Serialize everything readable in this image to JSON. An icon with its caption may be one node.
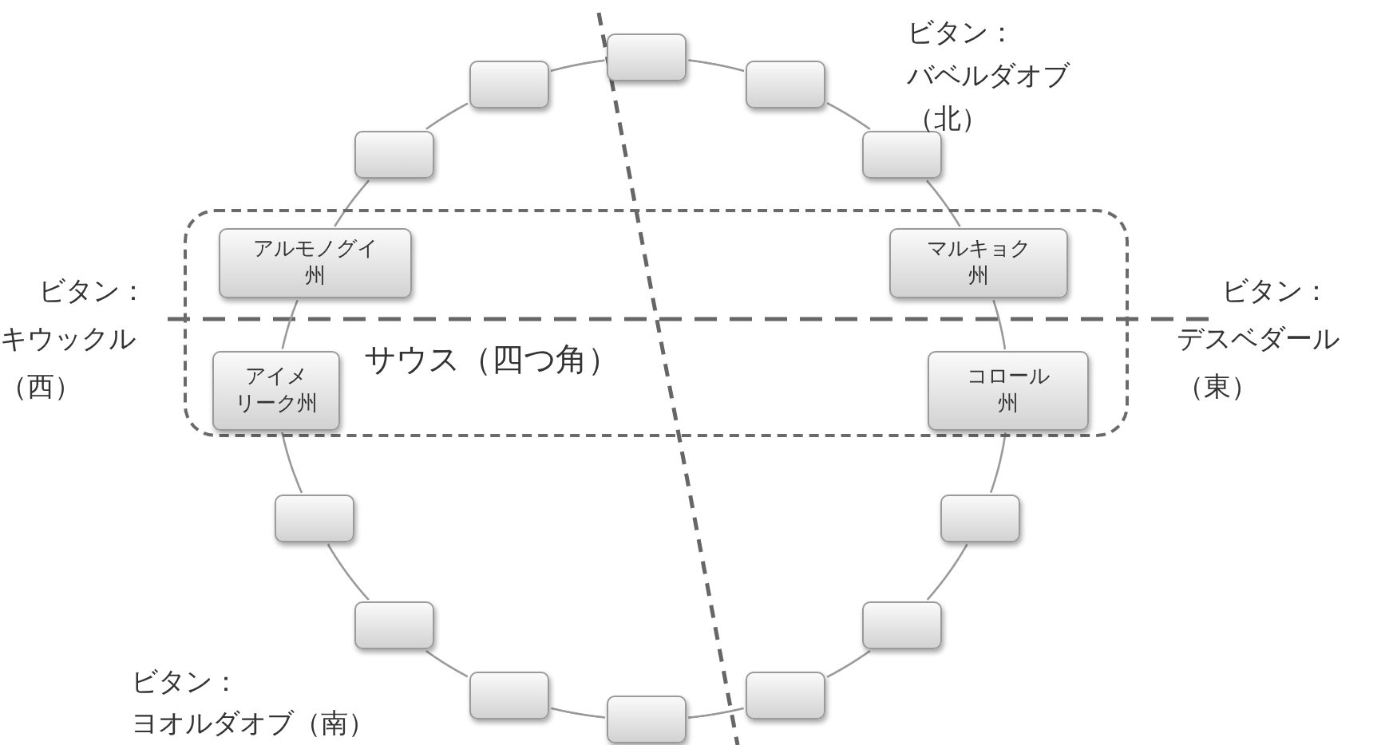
{
  "diagram": {
    "nodes": [
      {
        "text": [],
        "shape": "box"
      },
      {
        "text": [],
        "shape": "box"
      },
      {
        "text": [],
        "shape": "box"
      },
      {
        "text": [],
        "shape": "box"
      },
      {
        "text": [],
        "shape": "box"
      },
      {
        "text": [
          "サウス（四つ角）"
        ]
      },
      {
        "text": [
          "アルモノグイ州"
        ],
        "in": 5
      },
      {
        "text": [
          "マルキョク州"
        ],
        "in": 5
      },
      {
        "text": [
          "アイメリーク州"
        ],
        "in": 5
      },
      {
        "text": [
          "コロール州"
        ],
        "in": 5
      },
      {
        "text": [],
        "shape": "box"
      },
      {
        "text": [],
        "shape": "box"
      },
      {
        "text": [],
        "shape": "box"
      },
      {
        "text": [],
        "shape": "box"
      },
      {
        "text": [],
        "shape": "box"
      },
      {
        "text": [],
        "shape": "box"
      },
      {
        "text": [],
        "shape": "box"
      }
    ],
    "edges": [
      {
        "from": 0,
        "to": 2,
        "arrow": "none"
      },
      {
        "from": 2,
        "to": 4,
        "arrow": "none"
      },
      {
        "from": 4,
        "to": 7,
        "arrow": "none"
      },
      {
        "from": 7,
        "to": 9,
        "arrow": "none"
      },
      {
        "from": 9,
        "to": 11,
        "arrow": "none"
      },
      {
        "from": 11,
        "to": 13,
        "arrow": "none"
      },
      {
        "from": 13,
        "to": 15,
        "arrow": "none"
      },
      {
        "from": 15,
        "to": 16,
        "arrow": "none"
      },
      {
        "from": 16,
        "to": 14,
        "arrow": "none"
      },
      {
        "from": 14,
        "to": 12,
        "arrow": "none"
      },
      {
        "from": 12,
        "to": 10,
        "arrow": "none"
      },
      {
        "from": 10,
        "to": 8,
        "arrow": "none"
      },
      {
        "from": 8,
        "to": 6,
        "arrow": "none"
      },
      {
        "from": 6,
        "to": 3,
        "arrow": "none"
      },
      {
        "from": 3,
        "to": 1,
        "arrow": "none"
      },
      {
        "from": 1,
        "to": 0,
        "arrow": "none"
      }
    ],
    "labels": [
      "ビタン：バベルダオブ（北）",
      "ビタン：キウックル（西）",
      "ビタン：デスベダール（東）",
      "ビタン：ヨオルダオブ（南）"
    ]
  }
}
